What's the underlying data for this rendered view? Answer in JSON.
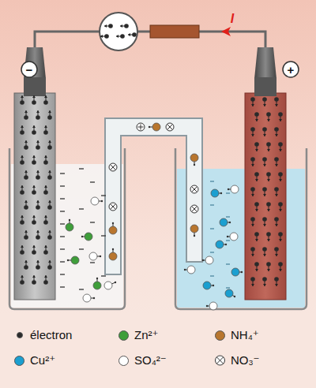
{
  "diagram": {
    "labels": [
      "−",
      "+",
      "I"
    ],
    "legend": [
      {
        "text": "électron",
        "color": "#2a2a2a"
      },
      {
        "text": "Zn²⁺",
        "color": "#3f9e3a"
      },
      {
        "text": "NH₄⁺",
        "color": "#b8762e"
      },
      {
        "text": "Cu²⁺",
        "color": "#1b9fd0"
      },
      {
        "text": "SO₄²⁻",
        "color": "#ffffff"
      },
      {
        "text": "NO₃⁻"
      }
    ]
  }
}
